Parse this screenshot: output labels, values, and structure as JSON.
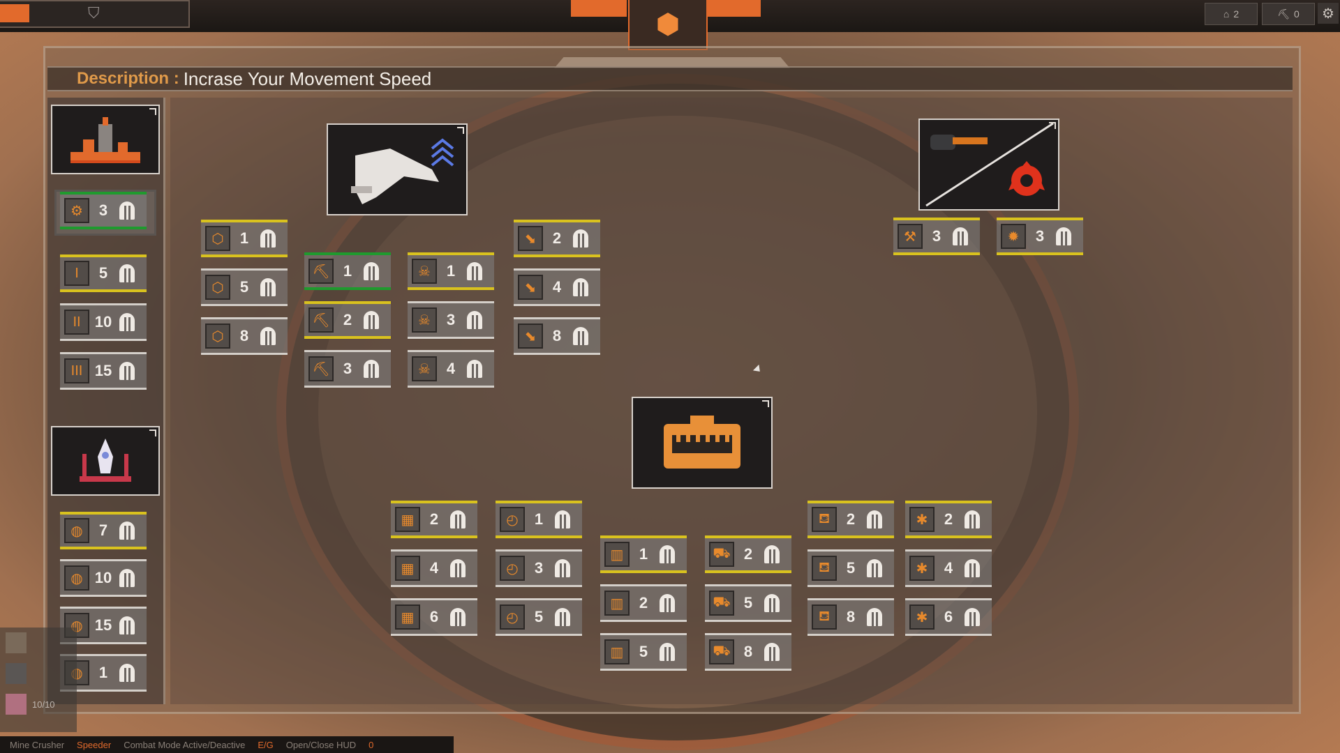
{
  "description": {
    "label": "Description :",
    "text": "Incrase Your Movement Speed"
  },
  "colors": {
    "accent": "#e26a2c",
    "available_border": "#d9c21e",
    "selected_border": "#1f9a2e",
    "locked_border": "#d4cfc9",
    "cost_icon": "shard-icon"
  },
  "top_hud": {
    "resources": [
      {
        "icon": "house-icon",
        "value": "2"
      },
      {
        "icon": "pickaxe-icon",
        "value": "0"
      }
    ]
  },
  "bottom_hud": {
    "items": [
      "Mine Crusher",
      "Speeder",
      "Combat Mode Active/Deactive",
      "E/G",
      "Open/Close HUD",
      "0"
    ],
    "resource_count": "10/10"
  },
  "sidebar": {
    "top_card_icon": "factory-icon",
    "top_slots": [
      {
        "icon": "wrench-icon",
        "cost": "3",
        "state": "selected"
      },
      {
        "icon": "tier-1-icon",
        "cost": "5",
        "state": "available"
      },
      {
        "icon": "tier-2-icon",
        "cost": "10",
        "state": "locked"
      },
      {
        "icon": "tier-3-icon",
        "cost": "15",
        "state": "locked"
      }
    ],
    "bottom_card_icon": "rocket-platform-icon",
    "bottom_slots": [
      {
        "icon": "drone-icon",
        "cost": "7",
        "state": "available"
      },
      {
        "icon": "drone-icon",
        "cost": "10",
        "state": "locked"
      },
      {
        "icon": "drone-icon",
        "cost": "15",
        "state": "locked"
      },
      {
        "icon": "drone-icon",
        "cost": "1",
        "state": "locked"
      }
    ]
  },
  "tree": {
    "cards": [
      {
        "name": "mech-leg-upgrade-card",
        "icon": "mech-leg-icon"
      },
      {
        "name": "drill-weapon-card",
        "icon": "drill-weapon-icon"
      },
      {
        "name": "crusher-machine-card",
        "icon": "crusher-machine-icon"
      }
    ],
    "columns": [
      {
        "name": "shield-column",
        "slots": [
          {
            "icon": "shield-icon",
            "cost": "1",
            "state": "available"
          },
          {
            "icon": "shield-icon",
            "cost": "5",
            "state": "locked"
          },
          {
            "icon": "shield-icon",
            "cost": "8",
            "state": "locked"
          }
        ]
      },
      {
        "name": "mining-column",
        "slots": [
          {
            "icon": "mining-icon",
            "cost": "1",
            "state": "selected"
          },
          {
            "icon": "mining-icon",
            "cost": "2",
            "state": "available"
          },
          {
            "icon": "mining-icon",
            "cost": "3",
            "state": "locked"
          }
        ]
      },
      {
        "name": "skull-column",
        "slots": [
          {
            "icon": "skull-icon",
            "cost": "1",
            "state": "available"
          },
          {
            "icon": "skull-icon",
            "cost": "3",
            "state": "locked"
          },
          {
            "icon": "skull-icon",
            "cost": "4",
            "state": "locked"
          }
        ]
      },
      {
        "name": "speed-column",
        "slots": [
          {
            "icon": "boot-icon",
            "cost": "2",
            "state": "available"
          },
          {
            "icon": "boot-icon",
            "cost": "4",
            "state": "locked"
          },
          {
            "icon": "boot-icon",
            "cost": "8",
            "state": "locked"
          }
        ]
      },
      {
        "name": "drill-column",
        "slots": [
          {
            "icon": "drill-icon",
            "cost": "3",
            "state": "available"
          }
        ]
      },
      {
        "name": "saw-column",
        "slots": [
          {
            "icon": "saw-icon",
            "cost": "3",
            "state": "available"
          }
        ]
      },
      {
        "name": "crusher-growth-column",
        "slots": [
          {
            "icon": "crusher-growth-icon",
            "cost": "2",
            "state": "available"
          },
          {
            "icon": "crusher-growth-icon",
            "cost": "4",
            "state": "locked"
          },
          {
            "icon": "crusher-growth-icon",
            "cost": "6",
            "state": "locked"
          }
        ]
      },
      {
        "name": "crusher-timer-column",
        "slots": [
          {
            "icon": "crusher-timer-icon",
            "cost": "1",
            "state": "available"
          },
          {
            "icon": "crusher-timer-icon",
            "cost": "3",
            "state": "locked"
          },
          {
            "icon": "crusher-timer-icon",
            "cost": "5",
            "state": "locked"
          }
        ]
      },
      {
        "name": "crusher-teeth-column",
        "slots": [
          {
            "icon": "crusher-teeth-icon",
            "cost": "1",
            "state": "available"
          },
          {
            "icon": "crusher-teeth-icon",
            "cost": "2",
            "state": "locked"
          },
          {
            "icon": "crusher-teeth-icon",
            "cost": "5",
            "state": "locked"
          }
        ]
      },
      {
        "name": "truck-timer-column",
        "slots": [
          {
            "icon": "truck-timer-icon",
            "cost": "2",
            "state": "available"
          },
          {
            "icon": "truck-timer-icon",
            "cost": "5",
            "state": "locked"
          },
          {
            "icon": "truck-timer-icon",
            "cost": "8",
            "state": "locked"
          }
        ]
      },
      {
        "name": "cart-column",
        "slots": [
          {
            "icon": "cart-icon",
            "cost": "2",
            "state": "available"
          },
          {
            "icon": "cart-icon",
            "cost": "5",
            "state": "locked"
          },
          {
            "icon": "cart-icon",
            "cost": "8",
            "state": "locked"
          }
        ]
      },
      {
        "name": "spider-column",
        "slots": [
          {
            "icon": "spider-icon",
            "cost": "2",
            "state": "available"
          },
          {
            "icon": "spider-icon",
            "cost": "4",
            "state": "locked"
          },
          {
            "icon": "spider-icon",
            "cost": "6",
            "state": "locked"
          }
        ]
      }
    ]
  }
}
